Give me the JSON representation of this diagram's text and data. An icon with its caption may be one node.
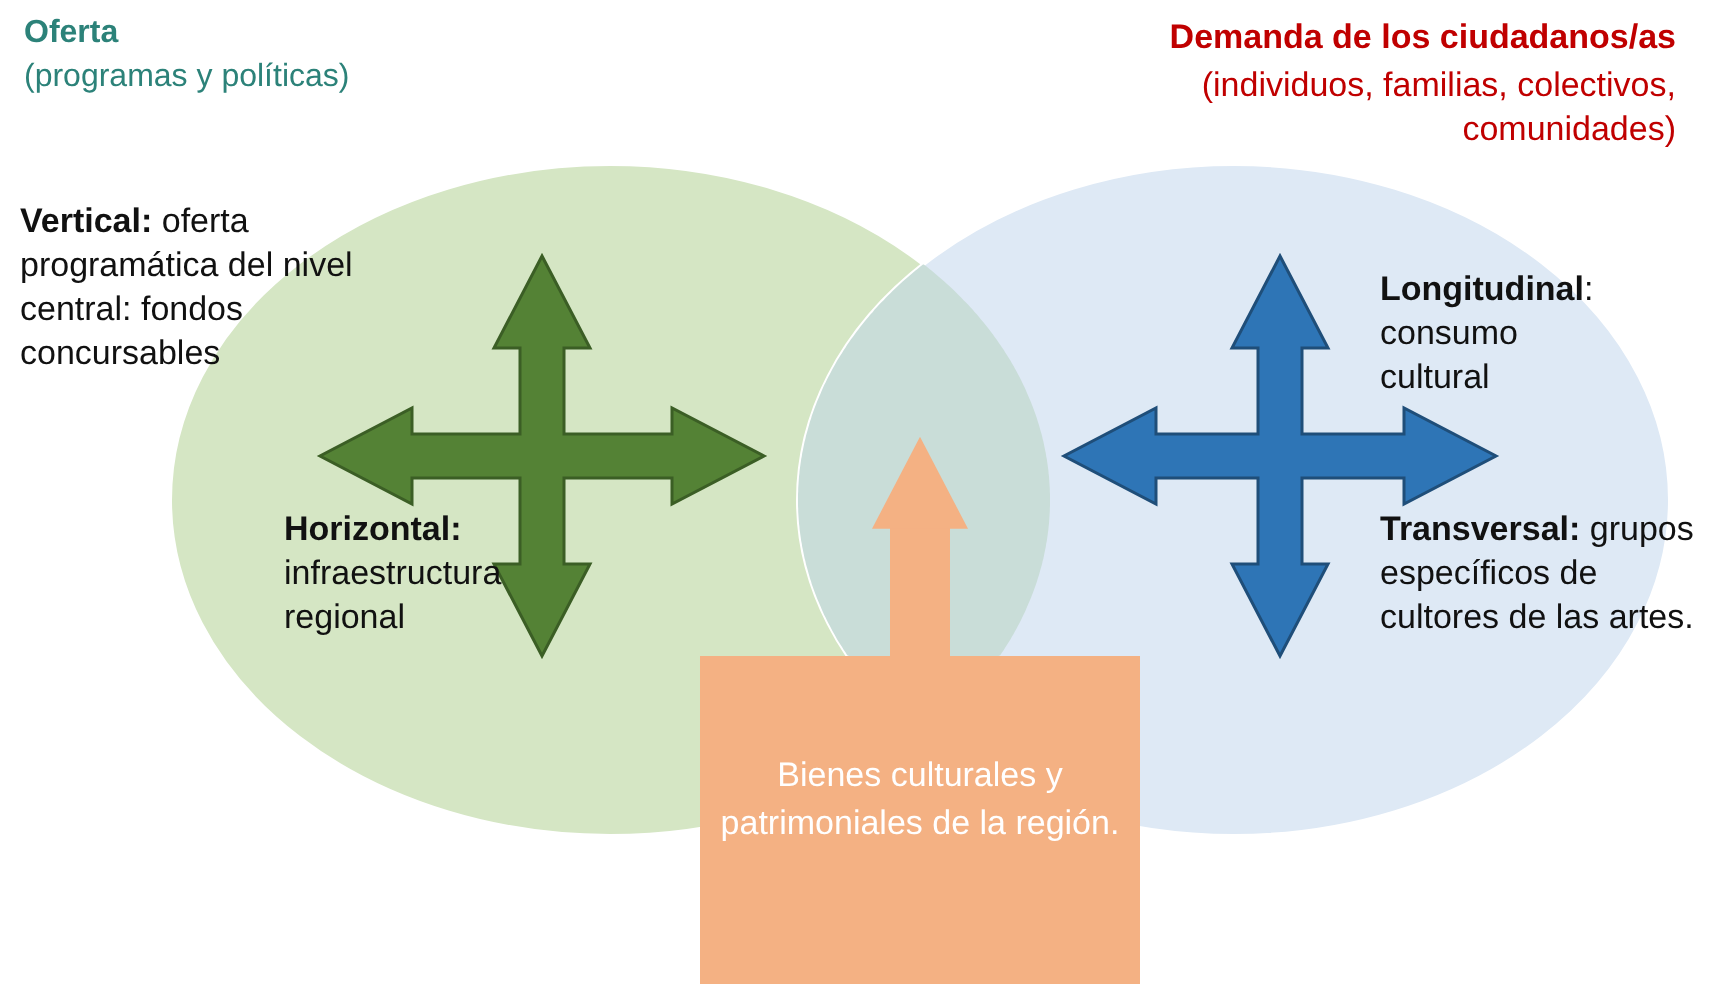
{
  "diagram": {
    "nodes": [
      {
        "text": [
          "Oferta",
          "(programas y políticas)",
          "**Vertical:** oferta programática del nivel central: fondos concursables",
          "**Horizontal:** infraestructura regional"
        ]
      },
      {
        "text": [
          "Demanda de los ciudadanos/as",
          "(individuos, familias, colectivos, comunidades)",
          "**Longitudinal**: consumo cultural",
          "**Transversal:** grupos específicos de cultores de las artes."
        ]
      },
      {
        "text": [
          "Bienes culturales y patrimoniales de la región."
        ]
      },
      {
        "text": [],
        "shape": "lens"
      }
    ],
    "edges": [
      {
        "from": 2,
        "to": 3,
        "arrow": "to"
      }
    ]
  }
}
